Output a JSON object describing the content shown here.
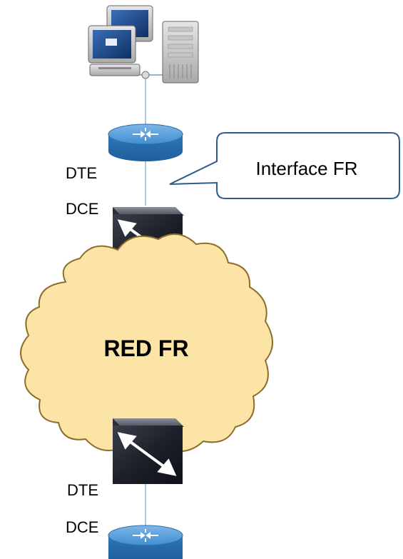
{
  "labels": {
    "dte_top": "DTE",
    "dce_top": "DCE",
    "dte_bottom": "DTE",
    "dce_bottom": "DCE"
  },
  "callout": {
    "text": "Interface FR"
  },
  "cloud": {
    "text": "RED FR"
  },
  "colors": {
    "cloud_fill": "#FCE4A6",
    "cloud_stroke": "#8C6E2A",
    "router_blue": "#3F8ED1",
    "link_line": "#8FB3DE",
    "callout_stroke": "#2E5C8A",
    "switch_dark": "#1C2029"
  },
  "icons": [
    "workstation-server-icon",
    "router-icon",
    "frame-relay-switch-icon",
    "cloud-icon"
  ]
}
